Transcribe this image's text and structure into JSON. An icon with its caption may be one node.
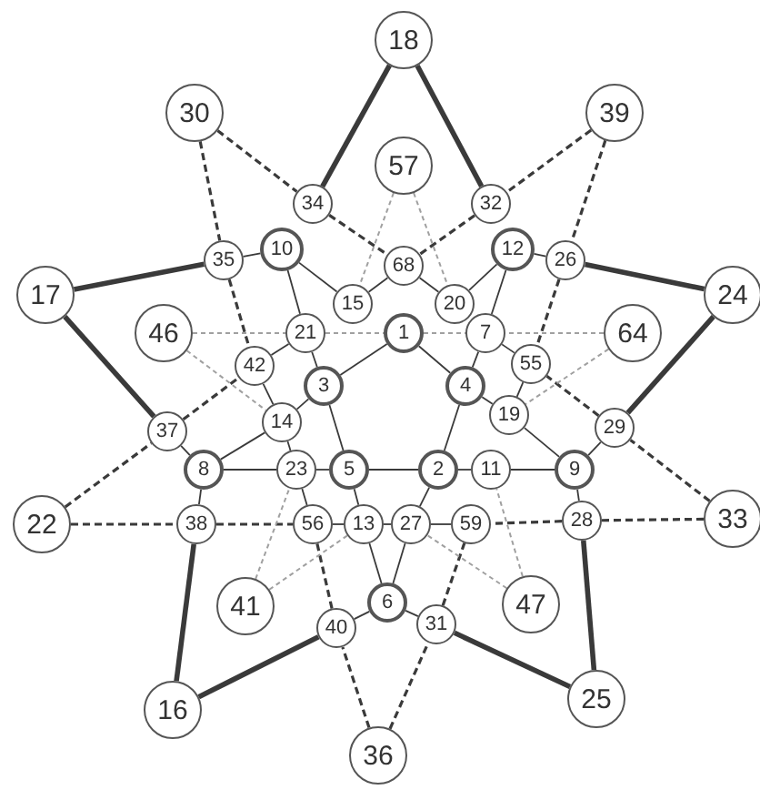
{
  "diagram": {
    "nodes": [
      {
        "text": [
          "18"
        ]
      },
      {
        "text": [
          "30"
        ]
      },
      {
        "text": [
          "39"
        ]
      },
      {
        "text": [
          "57"
        ]
      },
      {
        "text": [
          "34"
        ]
      },
      {
        "text": [
          "32"
        ]
      },
      {
        "text": [
          "10"
        ]
      },
      {
        "text": [
          "12"
        ]
      },
      {
        "text": [
          "35"
        ]
      },
      {
        "text": [
          "26"
        ]
      },
      {
        "text": [
          "68"
        ]
      },
      {
        "text": [
          "17"
        ]
      },
      {
        "text": [
          "24"
        ]
      },
      {
        "text": [
          "15"
        ]
      },
      {
        "text": [
          "20"
        ]
      },
      {
        "text": [
          "46"
        ]
      },
      {
        "text": [
          "21"
        ]
      },
      {
        "text": [
          "1"
        ]
      },
      {
        "text": [
          "7"
        ]
      },
      {
        "text": [
          "64"
        ]
      },
      {
        "text": [
          "42"
        ]
      },
      {
        "text": [
          "55"
        ]
      },
      {
        "text": [
          "3"
        ]
      },
      {
        "text": [
          "4"
        ]
      },
      {
        "text": [
          "19"
        ]
      },
      {
        "text": [
          "14"
        ]
      },
      {
        "text": [
          "29"
        ]
      },
      {
        "text": [
          "37"
        ]
      },
      {
        "text": [
          "8"
        ]
      },
      {
        "text": [
          "23"
        ]
      },
      {
        "text": [
          "5"
        ]
      },
      {
        "text": [
          "2"
        ]
      },
      {
        "text": [
          "11"
        ]
      },
      {
        "text": [
          "9"
        ]
      },
      {
        "text": [
          "22"
        ]
      },
      {
        "text": [
          "38"
        ]
      },
      {
        "text": [
          "56"
        ]
      },
      {
        "text": [
          "13"
        ]
      },
      {
        "text": [
          "27"
        ]
      },
      {
        "text": [
          "59"
        ]
      },
      {
        "text": [
          "28"
        ]
      },
      {
        "text": [
          "33"
        ]
      },
      {
        "text": [
          "41"
        ]
      },
      {
        "text": [
          "6"
        ]
      },
      {
        "text": [
          "47"
        ]
      },
      {
        "text": [
          "40"
        ]
      },
      {
        "text": [
          "31"
        ]
      },
      {
        "text": [
          "25"
        ]
      },
      {
        "text": [
          "16"
        ]
      },
      {
        "text": [
          "36"
        ]
      }
    ],
    "edges": [
      {
        "from": 0,
        "to": 4,
        "arrow": "none",
        "style": "thick"
      },
      {
        "from": 0,
        "to": 5,
        "arrow": "none",
        "style": "thick"
      },
      {
        "from": 11,
        "to": 8,
        "arrow": "none",
        "style": "thick"
      },
      {
        "from": 11,
        "to": 27,
        "arrow": "none",
        "style": "thick"
      },
      {
        "from": 12,
        "to": 9,
        "arrow": "none",
        "style": "thick"
      },
      {
        "from": 12,
        "to": 26,
        "arrow": "none",
        "style": "thick"
      },
      {
        "from": 48,
        "to": 35,
        "arrow": "none",
        "style": "thick"
      },
      {
        "from": 48,
        "to": 45,
        "arrow": "none",
        "style": "thick"
      },
      {
        "from": 47,
        "to": 40,
        "arrow": "none",
        "style": "thick"
      },
      {
        "from": 47,
        "to": 46,
        "arrow": "none",
        "style": "thick"
      },
      {
        "from": 1,
        "to": 4,
        "arrow": "none",
        "style": "dashed"
      },
      {
        "from": 1,
        "to": 8,
        "arrow": "none",
        "style": "dashed"
      },
      {
        "from": 2,
        "to": 5,
        "arrow": "none",
        "style": "dashed"
      },
      {
        "from": 2,
        "to": 9,
        "arrow": "none",
        "style": "dashed"
      },
      {
        "from": 34,
        "to": 27,
        "arrow": "none",
        "style": "dashed"
      },
      {
        "from": 34,
        "to": 35,
        "arrow": "none",
        "style": "dashed"
      },
      {
        "from": 41,
        "to": 26,
        "arrow": "none",
        "style": "dashed"
      },
      {
        "from": 41,
        "to": 40,
        "arrow": "none",
        "style": "dashed"
      },
      {
        "from": 49,
        "to": 45,
        "arrow": "none",
        "style": "dashed"
      },
      {
        "from": 49,
        "to": 46,
        "arrow": "none",
        "style": "dashed"
      },
      {
        "from": 4,
        "to": 10,
        "arrow": "none",
        "style": "dashed"
      },
      {
        "from": 5,
        "to": 10,
        "arrow": "none",
        "style": "dashed"
      },
      {
        "from": 8,
        "to": 20,
        "arrow": "none",
        "style": "dashed"
      },
      {
        "from": 27,
        "to": 20,
        "arrow": "none",
        "style": "dashed"
      },
      {
        "from": 9,
        "to": 21,
        "arrow": "none",
        "style": "dashed"
      },
      {
        "from": 26,
        "to": 21,
        "arrow": "none",
        "style": "dashed"
      },
      {
        "from": 35,
        "to": 36,
        "arrow": "none",
        "style": "dashed"
      },
      {
        "from": 45,
        "to": 36,
        "arrow": "none",
        "style": "dashed"
      },
      {
        "from": 40,
        "to": 39,
        "arrow": "none",
        "style": "dashed"
      },
      {
        "from": 46,
        "to": 39,
        "arrow": "none",
        "style": "dashed"
      },
      {
        "from": 8,
        "to": 6,
        "arrow": "none"
      },
      {
        "from": 6,
        "to": 16,
        "arrow": "none"
      },
      {
        "from": 6,
        "to": 13,
        "arrow": "none"
      },
      {
        "from": 13,
        "to": 10,
        "arrow": "none"
      },
      {
        "from": 10,
        "to": 14,
        "arrow": "none"
      },
      {
        "from": 14,
        "to": 7,
        "arrow": "none"
      },
      {
        "from": 7,
        "to": 9,
        "arrow": "none"
      },
      {
        "from": 7,
        "to": 18,
        "arrow": "none"
      },
      {
        "from": 17,
        "to": 22,
        "arrow": "none"
      },
      {
        "from": 17,
        "to": 23,
        "arrow": "none"
      },
      {
        "from": 22,
        "to": 30,
        "arrow": "none"
      },
      {
        "from": 23,
        "to": 31,
        "arrow": "none"
      },
      {
        "from": 30,
        "to": 31,
        "arrow": "none"
      },
      {
        "from": 16,
        "to": 22,
        "arrow": "none"
      },
      {
        "from": 20,
        "to": 25,
        "arrow": "none"
      },
      {
        "from": 25,
        "to": 28,
        "arrow": "none"
      },
      {
        "from": 25,
        "to": 29,
        "arrow": "none"
      },
      {
        "from": 28,
        "to": 29,
        "arrow": "none"
      },
      {
        "from": 27,
        "to": 28,
        "arrow": "none"
      },
      {
        "from": 28,
        "to": 35,
        "arrow": "none"
      },
      {
        "from": 29,
        "to": 36,
        "arrow": "none"
      },
      {
        "from": 30,
        "to": 37,
        "arrow": "none"
      },
      {
        "from": 37,
        "to": 43,
        "arrow": "none"
      },
      {
        "from": 38,
        "to": 43,
        "arrow": "none"
      },
      {
        "from": 31,
        "to": 38,
        "arrow": "none"
      },
      {
        "from": 31,
        "to": 32,
        "arrow": "none"
      },
      {
        "from": 32,
        "to": 33,
        "arrow": "none"
      },
      {
        "from": 33,
        "to": 24,
        "arrow": "none"
      },
      {
        "from": 24,
        "to": 23,
        "arrow": "none"
      },
      {
        "from": 24,
        "to": 21,
        "arrow": "none"
      },
      {
        "from": 33,
        "to": 40,
        "arrow": "none"
      },
      {
        "from": 33,
        "to": 26,
        "arrow": "none"
      },
      {
        "from": 18,
        "to": 21,
        "arrow": "none"
      },
      {
        "from": 43,
        "to": 45,
        "arrow": "none"
      },
      {
        "from": 43,
        "to": 46,
        "arrow": "none"
      },
      {
        "from": 36,
        "to": 37,
        "arrow": "none"
      },
      {
        "from": 37,
        "to": 38,
        "arrow": "none"
      },
      {
        "from": 38,
        "to": 39,
        "arrow": "none"
      },
      {
        "from": 18,
        "to": 23,
        "arrow": "none"
      },
      {
        "from": 16,
        "to": 20,
        "arrow": "none"
      },
      {
        "from": 22,
        "to": 25,
        "arrow": "none"
      },
      {
        "from": 29,
        "to": 30,
        "arrow": "none"
      },
      {
        "from": 3,
        "to": 13,
        "arrow": "none",
        "style": "dashed",
        "color": "#a0a0a0"
      },
      {
        "from": 3,
        "to": 14,
        "arrow": "none",
        "style": "dashed",
        "color": "#a0a0a0"
      },
      {
        "from": 16,
        "to": 17,
        "arrow": "none",
        "style": "dashed",
        "color": "#a0a0a0"
      },
      {
        "from": 17,
        "to": 18,
        "arrow": "none",
        "style": "dashed",
        "color": "#a0a0a0"
      },
      {
        "from": 15,
        "to": 16,
        "arrow": "none",
        "style": "dashed",
        "color": "#a0a0a0"
      },
      {
        "from": 15,
        "to": 25,
        "arrow": "none",
        "style": "dashed",
        "color": "#a0a0a0"
      },
      {
        "from": 19,
        "to": 18,
        "arrow": "none",
        "style": "dashed",
        "color": "#a0a0a0"
      },
      {
        "from": 19,
        "to": 24,
        "arrow": "none",
        "style": "dashed",
        "color": "#a0a0a0"
      },
      {
        "from": 42,
        "to": 29,
        "arrow": "none",
        "style": "dashed",
        "color": "#a0a0a0"
      },
      {
        "from": 42,
        "to": 37,
        "arrow": "none",
        "style": "dashed",
        "color": "#a0a0a0"
      },
      {
        "from": 44,
        "to": 32,
        "arrow": "none",
        "style": "dashed",
        "color": "#a0a0a0"
      },
      {
        "from": 44,
        "to": 38,
        "arrow": "none",
        "style": "dashed",
        "color": "#a0a0a0"
      }
    ]
  }
}
